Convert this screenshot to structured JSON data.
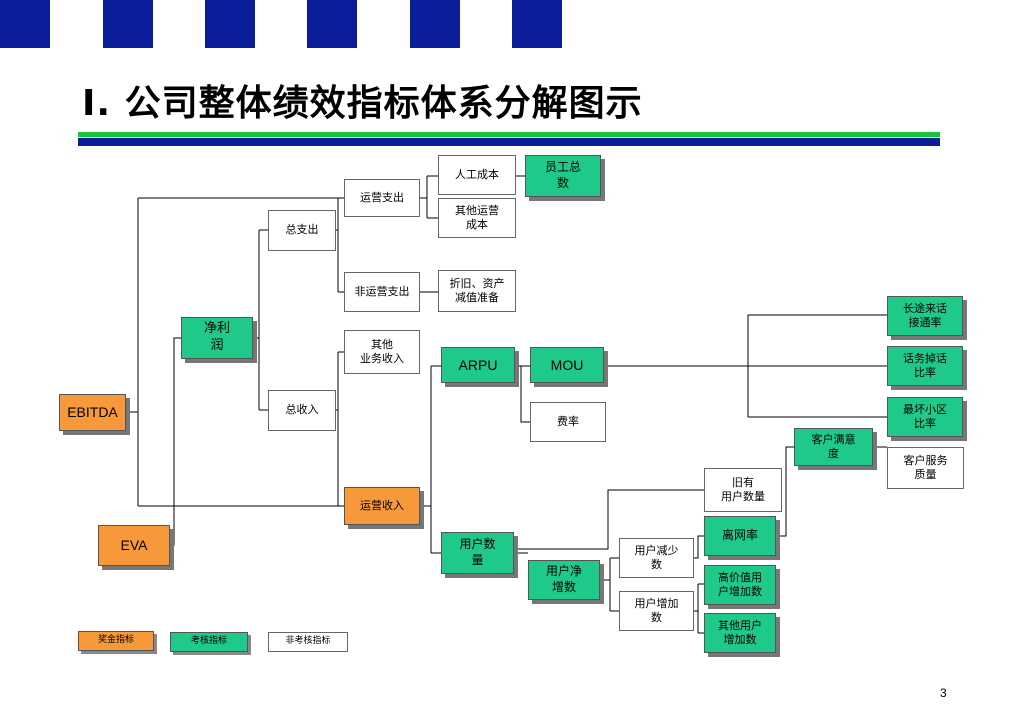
{
  "title": "I. 公司整体绩效指标体系分解图示",
  "page_number": "3",
  "colors": {
    "bar_blue": "#0a1e9a",
    "rule_green": "#19c43a",
    "node_green": "#1ec98a",
    "node_orange": "#f7993a"
  },
  "nodes": {
    "ebitda": "EBITDA",
    "eva": "EVA",
    "net_profit": "净利\n润",
    "total_expense": "总支出",
    "total_revenue": "总收入",
    "operating_expense": "运营支出",
    "non_operating_expense": "非运营支出",
    "other_business_revenue": "其他\n业务收入",
    "operating_revenue": "运营收入",
    "labor_cost": "人工成本",
    "employee_count": "员工总\n数",
    "other_operating_cost": "其他运营\n成本",
    "depreciation": "折旧、资产\n减值准备",
    "arpu": "ARPU",
    "mou": "MOU",
    "tariff": "费率",
    "user_count": "用户数\n量",
    "net_user_growth": "用户净\n增数",
    "user_decrease": "用户减少\n数",
    "user_increase": "用户增加\n数",
    "existing_users": "旧有\n用户数量",
    "churn_rate": "离网率",
    "high_value_user_increase": "高价值用\n户增加数",
    "other_user_increase": "其他用户\n增加数",
    "long_distance_connect": "长途来话\n接通率",
    "call_drop_rate": "话务掉话\n比率",
    "worst_cell_rate": "最坏小区\n比率",
    "customer_satisfaction": "客户满意\n度",
    "customer_service_quality": "客户服务\n质量"
  },
  "legend": {
    "bonus": "奖金指标",
    "assessment": "考核指标",
    "non_assessment": "非考核指标"
  }
}
